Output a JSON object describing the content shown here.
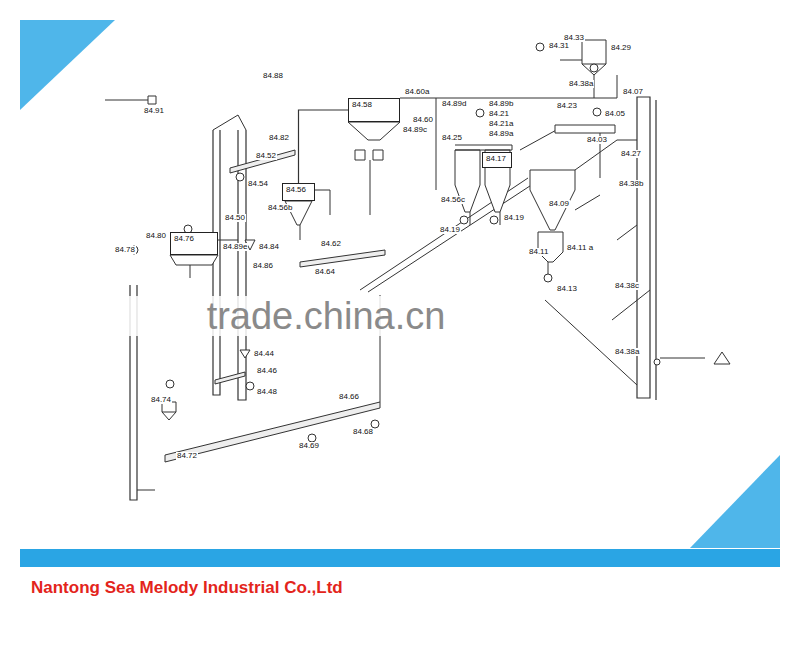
{
  "diagram": {
    "nodes": [
      {
        "text": [
          "84.58"
        ]
      },
      {
        "text": [
          "84.56"
        ]
      },
      {
        "text": [
          "84.76"
        ]
      },
      {
        "text": [
          "84.17"
        ]
      }
    ],
    "edges": [
      {
        "from": 0,
        "to": 1,
        "arrow": "none"
      }
    ],
    "labels": [
      "84.91",
      "84.88",
      "84.60a",
      "84.89d",
      "84.89c",
      "84.60",
      "84.89b",
      "84.21",
      "84.21a",
      "84.89a",
      "84.25",
      "84.82",
      "84.52",
      "84.54",
      "84.56b",
      "84.50",
      "84.80",
      "84.78",
      "84.89e",
      "84.84",
      "84.86",
      "84.62",
      "84.64",
      "84.56c",
      "84.19",
      "84.19",
      "84.31",
      "84.33",
      "84.29",
      "84.38a",
      "84.23",
      "84.05",
      "84.07",
      "84.03",
      "84.27",
      "84.09",
      "84.38b",
      "84.11",
      "84.11 a",
      "84.13",
      "84.38c",
      "84.38a",
      "84.44",
      "84.46",
      "84.48",
      "84.74",
      "84.72",
      "84.66",
      "84.68",
      "84.69",
      "trade.china.cn",
      "Nantong Sea Melody Industrial Co.,Ltd"
    ]
  }
}
